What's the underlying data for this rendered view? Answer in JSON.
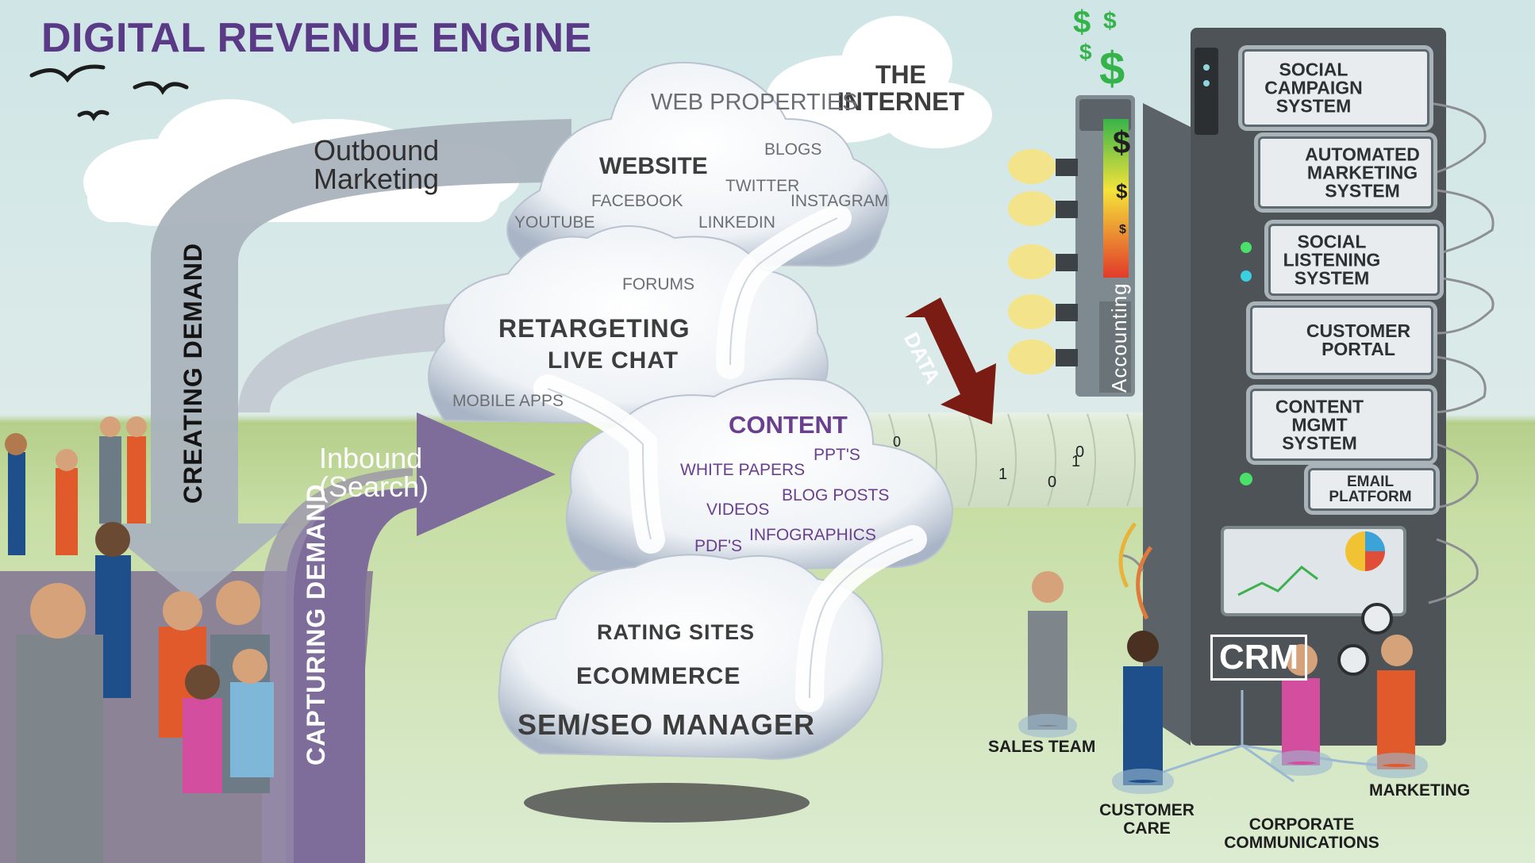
{
  "title": "DIGITAL REVENUE ENGINE",
  "internet_label": "THE INTERNET",
  "outbound_label": "Outbound Marketing",
  "inbound_label": "Inbound (Search)",
  "creating_demand": "CREATING DEMAND",
  "capturing_demand": "CAPTURING DEMAND",
  "data_arrow": "DATA",
  "accounting": "Accounting",
  "crm": "CRM",
  "cloud_web": {
    "web_properties": "WEB PROPERTIES",
    "website": "WEBSITE",
    "blogs": "BLOGS",
    "twitter": "TWITTER",
    "facebook": "FACEBOOK",
    "instagram": "INSTAGRAM",
    "youtube": "YOUTUBE",
    "linkedin": "LINKEDIN"
  },
  "cloud_retarget": {
    "forums": "FORUMS",
    "retargeting": "RETARGETING",
    "live_chat": "LIVE CHAT",
    "mobile_apps": "MOBILE APPS"
  },
  "cloud_content": {
    "content": "CONTENT",
    "ppts": "PPT'S",
    "white_papers": "WHITE PAPERS",
    "blog_posts": "BLOG POSTS",
    "videos": "VIDEOS",
    "infographics": "INFOGRAPHICS",
    "pdfs": "PDF'S"
  },
  "cloud_bottom": {
    "rating_sites": "RATING SITES",
    "ecommerce": "ECOMMERCE",
    "sem_seo": "SEM/SEO MANAGER"
  },
  "binary_chars": [
    "0",
    "1",
    "0",
    "1",
    "0"
  ],
  "systems": [
    "SOCIAL CAMPAIGN SYSTEM",
    "AUTOMATED MARKETING SYSTEM",
    "SOCIAL LISTENING SYSTEM",
    "CUSTOMER PORTAL",
    "CONTENT MGMT SYSTEM",
    "EMAIL PLATFORM"
  ],
  "teams": {
    "sales": "SALES TEAM",
    "customer_care": "CUSTOMER CARE",
    "corporate": "CORPORATE COMMUNICATIONS",
    "marketing": "MARKETING"
  },
  "money_symbols": [
    "$",
    "$",
    "$",
    "$"
  ],
  "meter_symbols": [
    "$",
    "$",
    "$"
  ],
  "colors": {
    "title": "#5a3a87",
    "inbound_arrow": "#7d6a98",
    "creating_arrow": "#a9b3bc",
    "data_arrow": "#7a1c14",
    "machine": "#4d5357",
    "money": "#34b34a"
  }
}
